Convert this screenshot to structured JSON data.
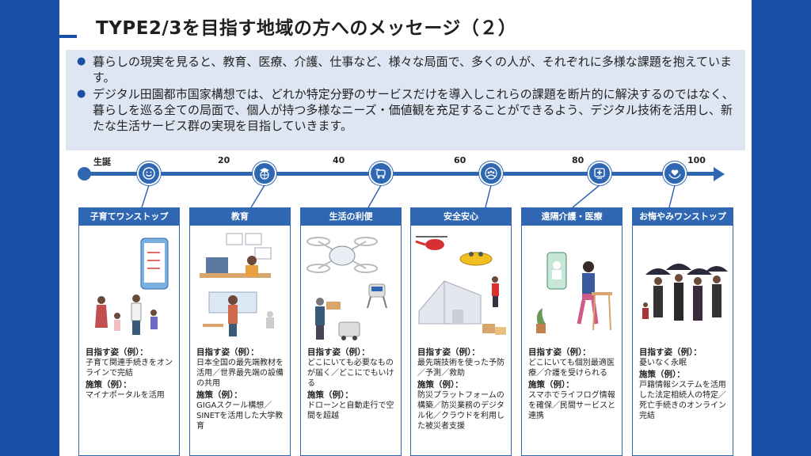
{
  "title": "TYPE2/3を目指す地域の方へのメッセージ（２）",
  "summary": [
    "暮らしの現実を見ると、教育、医療、介護、仕事など、様々な局面で、多くの人が、それぞれに多様な課題を抱えています。",
    "デジタル田園都市国家構想では、どれか特定分野のサービスだけを導入しこれらの課題を断片的に解決するのではなく、暮らしを巡る全ての局面で、個人が持つ多様なニーズ・価値観を充足することができるよう、デジタル技術を活用し、新たな生活サービス群の実現を目指していきます。"
  ],
  "timeline": {
    "ages": [
      "生誕",
      "20",
      "40",
      "60",
      "80",
      "100"
    ],
    "icons": [
      "smiley-icon",
      "graduation-globe-icon",
      "delivery-robot-icon",
      "community-people-icon",
      "telemedicine-icon",
      "heart-hands-icon"
    ]
  },
  "labels": {
    "goal": "目指す姿（例）：",
    "measure": "施策（例）："
  },
  "cards": [
    {
      "title": "子育てワンストップ",
      "goal": "子育て関連手続きをオンラインで完結",
      "measure": "マイナポータルを活用"
    },
    {
      "title": "教育",
      "goal": "日本全国の最先端教材を活用／世界最先端の設備の共用",
      "measure": "GIGAスクール構想／SINETを活用した大学教育"
    },
    {
      "title": "生活の利便",
      "goal": "どこにいても必要なものが届く／どこにでもいける",
      "measure": "ドローンと自動走行で空間を超越"
    },
    {
      "title": "安全安心",
      "goal": "最先端技術を使った予防／予測／救助",
      "measure": "防災プラットフォームの構築／防災業務のデジタル化／クラウドを利用した被災者支援"
    },
    {
      "title": "遠隔介護・医療",
      "goal": "どこにいても個別最適医療／介護を受けられる",
      "measure": "スマホでライフログ情報を確保／民間サービスと連携"
    },
    {
      "title": "お悔やみワンストップ",
      "goal": "憂いなく永眠",
      "measure": "戸籍情報システムを活用した法定相続人の特定／死亡手続きのオンライン完結"
    }
  ],
  "colors": {
    "brand": "#1a4fa8",
    "accent": "#2f67b2",
    "panel": "#dfe6f3"
  }
}
